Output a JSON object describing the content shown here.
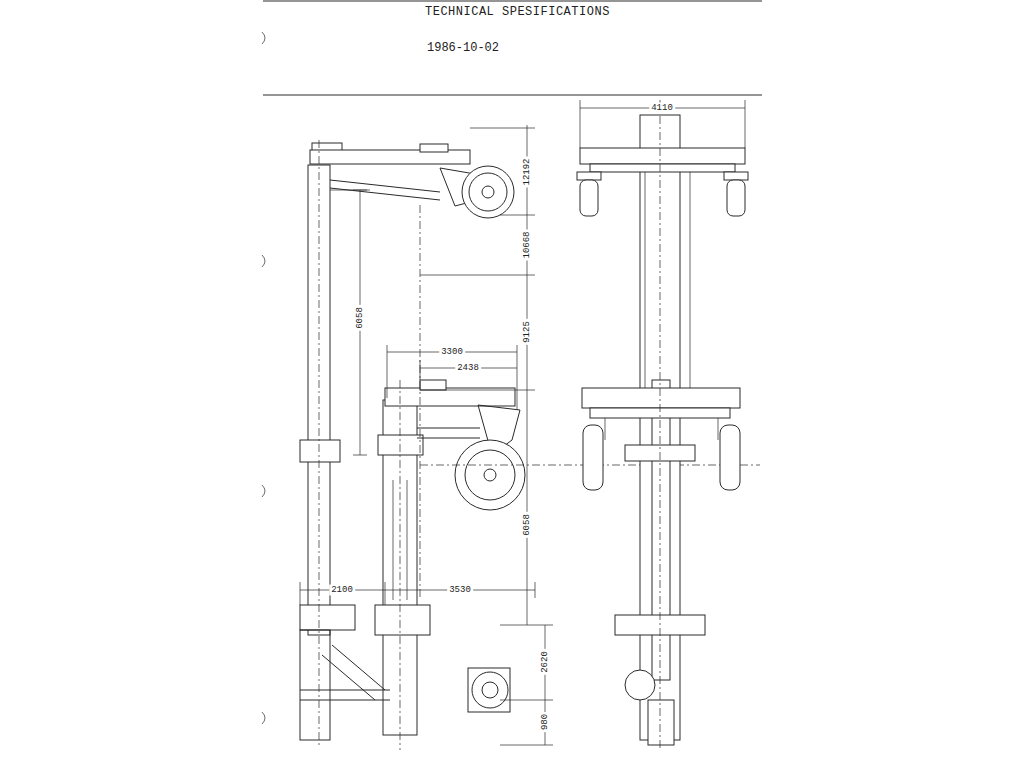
{
  "diagram": {
    "title": "TECHNICAL SPESIFICATIONS",
    "labels": [
      "1986-10-02",
      "4110",
      "12192",
      "10668",
      "6058",
      "9125",
      "3300",
      "2438",
      "6058",
      "2100",
      "3530",
      "2620",
      "980"
    ]
  }
}
